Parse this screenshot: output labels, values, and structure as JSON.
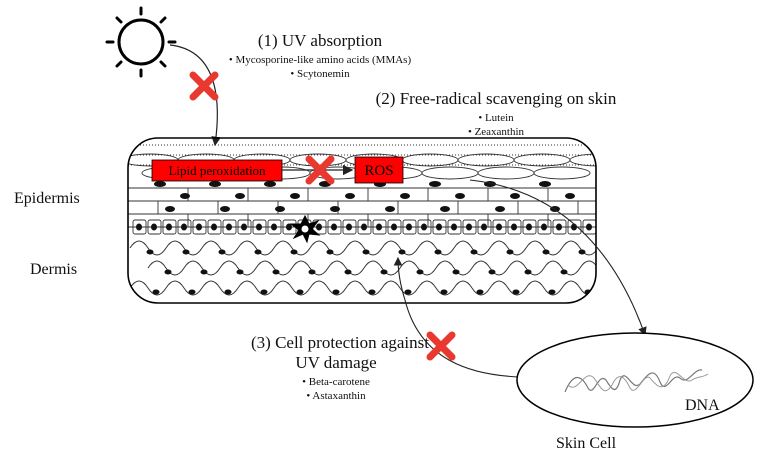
{
  "section1": {
    "title": "(1) UV absorption",
    "bullets": [
      "Mycosporine-like amino acids (MMAs)",
      "Scytonemin"
    ]
  },
  "section2": {
    "title": "(2) Free-radical scavenging on skin",
    "bullets": [
      "Lutein",
      "Zeaxanthin"
    ]
  },
  "section3": {
    "title_line1": "(3) Cell protection against",
    "title_line2": "UV damage",
    "bullets": [
      "Beta-carotene",
      "Astaxanthin"
    ]
  },
  "layers": {
    "epidermis": "Epidermis",
    "dermis": "Dermis"
  },
  "boxes": {
    "lipid": "Lipid peroxidation",
    "ros": "ROS"
  },
  "cell": {
    "dna": "DNA",
    "label": "Skin Cell"
  },
  "colors": {
    "block_red": "#ff0000",
    "cross_red": "#e8382f",
    "stroke": "#222222"
  },
  "icons": {
    "sun": "sun-icon",
    "blocked": "blocked-x-icon",
    "damage": "starburst-icon"
  }
}
